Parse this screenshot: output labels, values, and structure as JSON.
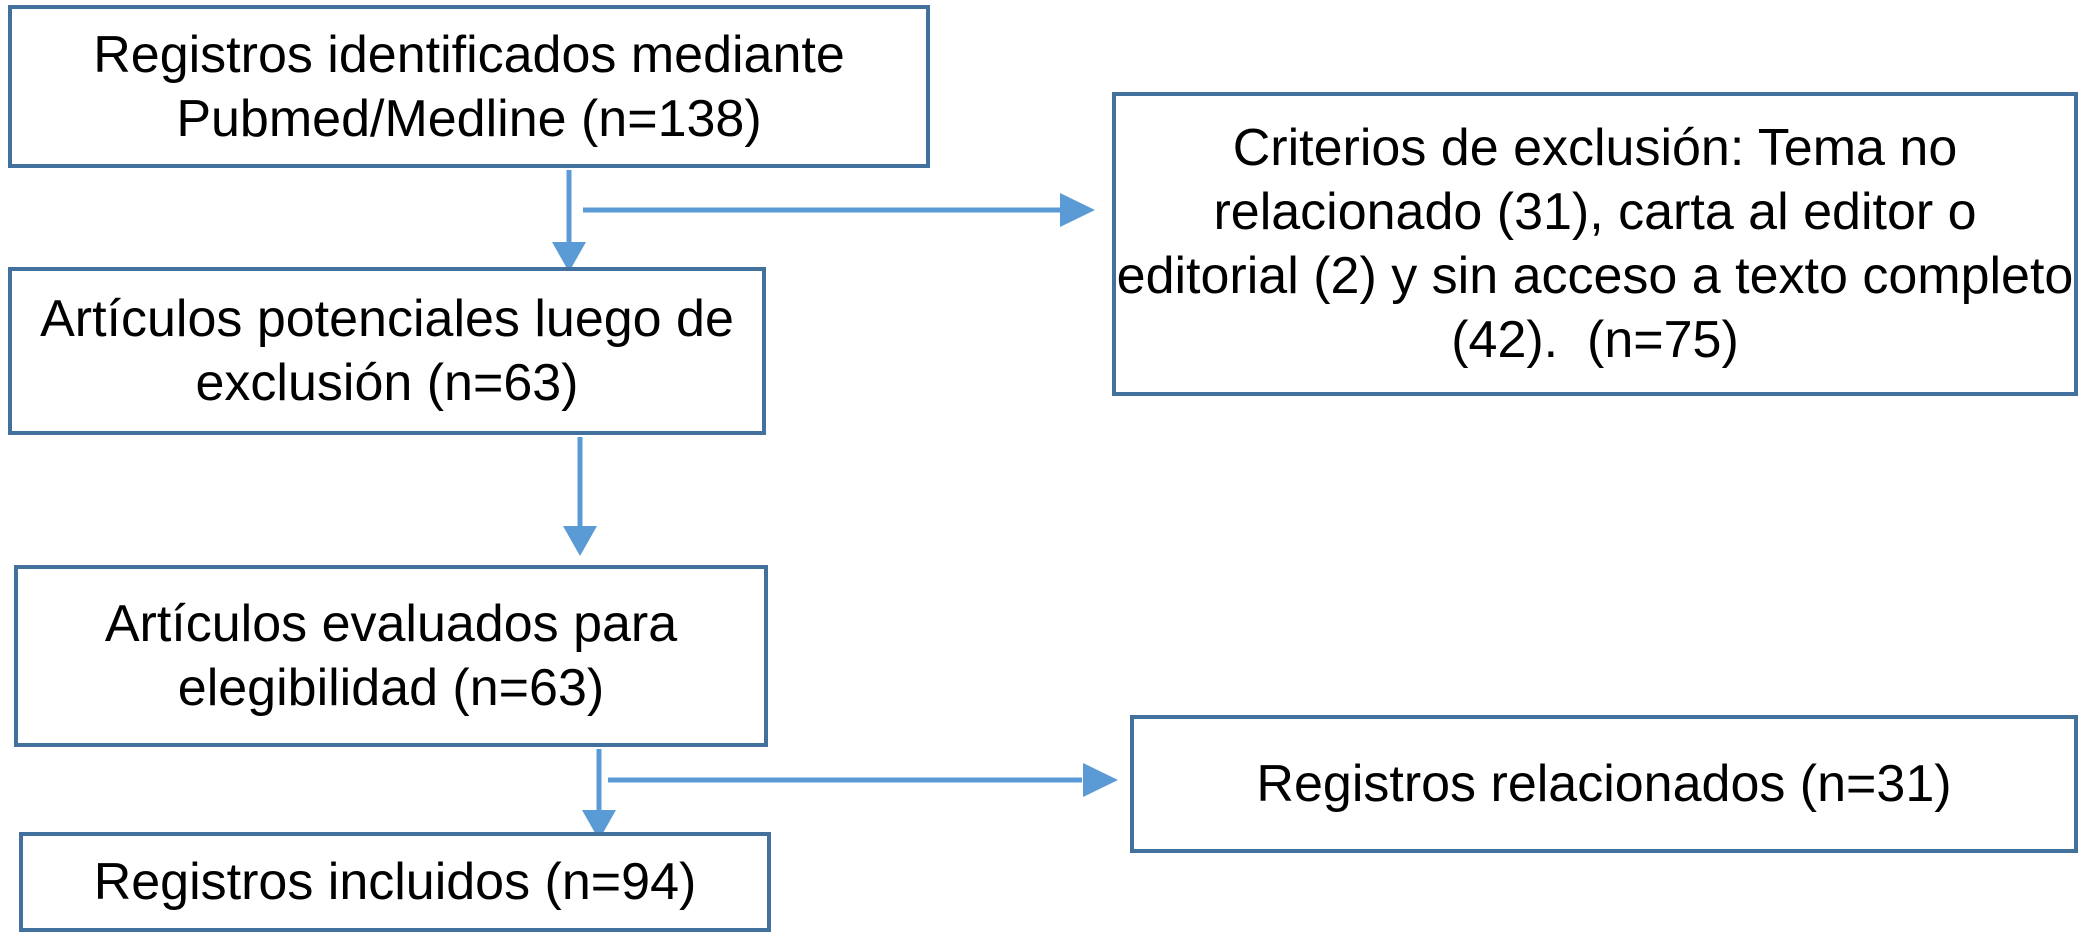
{
  "diagram": {
    "title": "PRISMA-style study selection flowchart (Spanish)",
    "colors": {
      "background": "#FFFFFF",
      "box_fill": "#FFFFFF",
      "box_border": "#41719C",
      "arrow": "#5B9BD5",
      "text": "#000000"
    },
    "boxes": {
      "identificados": {
        "lines": [
          "Registros identificados mediante",
          "Pubmed/Medline (n=138)"
        ]
      },
      "criterios": {
        "lines": [
          "Criterios de exclusión: Tema no",
          "relacionado (31), carta al editor o",
          "editorial (2) y sin acceso a texto completo",
          "(42).  (n=75)"
        ]
      },
      "potenciales": {
        "lines": [
          "Artículos potenciales luego de",
          "exclusión (n=63)"
        ]
      },
      "evaluados": {
        "lines": [
          "Artículos evaluados para",
          "elegibilidad (n=63)"
        ]
      },
      "incluidos": {
        "lines": [
          "Registros incluidos (n=94)"
        ]
      },
      "relacionados": {
        "lines": [
          "Registros relacionados (n=31)"
        ]
      }
    }
  }
}
